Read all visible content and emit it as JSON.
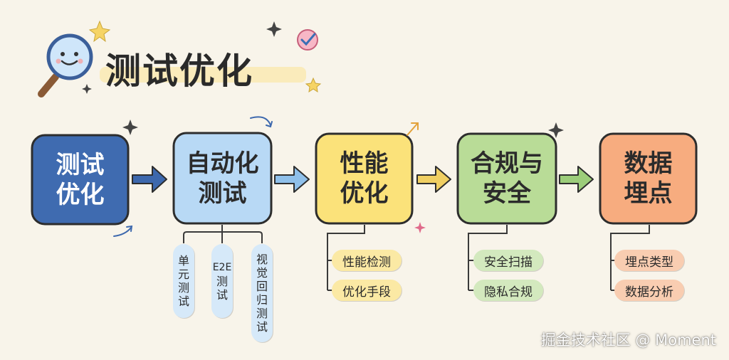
{
  "title": "测试优化",
  "colors": {
    "background": "#f8f4ea",
    "stage1": "#3f6bb0",
    "stage2": "#b8d9f5",
    "stage3": "#fbe27a",
    "stage4": "#b9dc97",
    "stage5": "#f7ac7f",
    "arrow_blue": "#3d68ad",
    "arrow_lightblue": "#8fc0ea",
    "arrow_yellow": "#f0cf62",
    "arrow_green": "#9ccd7a"
  },
  "stages": [
    {
      "line1": "测试",
      "line2": "优化"
    },
    {
      "line1": "自动化",
      "line2": "测试"
    },
    {
      "line1": "性能",
      "line2": "优化"
    },
    {
      "line1": "合规与",
      "line2": "安全"
    },
    {
      "line1": "数据",
      "line2": "埋点"
    }
  ],
  "automation_items": [
    {
      "chars": [
        "单",
        "元",
        "测",
        "试"
      ]
    },
    {
      "chars": [
        "E2E",
        "测",
        "试"
      ]
    },
    {
      "chars": [
        "视",
        "觉",
        "回",
        "归",
        "测",
        "试"
      ]
    }
  ],
  "performance_items": [
    "性能检测",
    "优化手段"
  ],
  "security_items": [
    "安全扫描",
    "隐私合规"
  ],
  "tracking_items": [
    "埋点类型",
    "数据分析"
  ],
  "watermark": "掘金技术社区 @ Moment"
}
